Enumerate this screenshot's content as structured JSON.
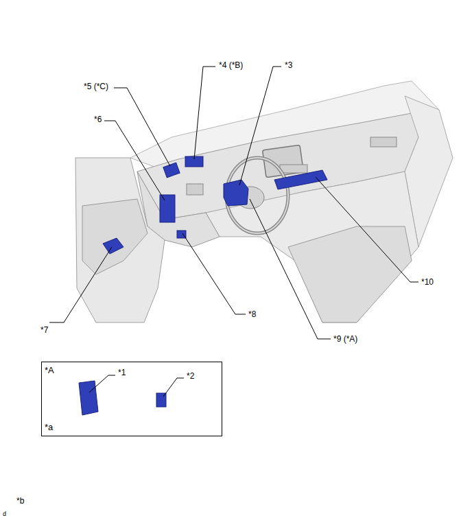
{
  "diagram": {
    "nodes": [
      {
        "text": [
          "*A",
          "*a"
        ]
      }
    ],
    "labels": [
      "*4 (*B)",
      "*3",
      "*5 (*C)",
      "*6",
      "*10",
      "*8",
      "*7",
      "*9 (*A)",
      "*1",
      "*2",
      "*b",
      "d"
    ]
  }
}
